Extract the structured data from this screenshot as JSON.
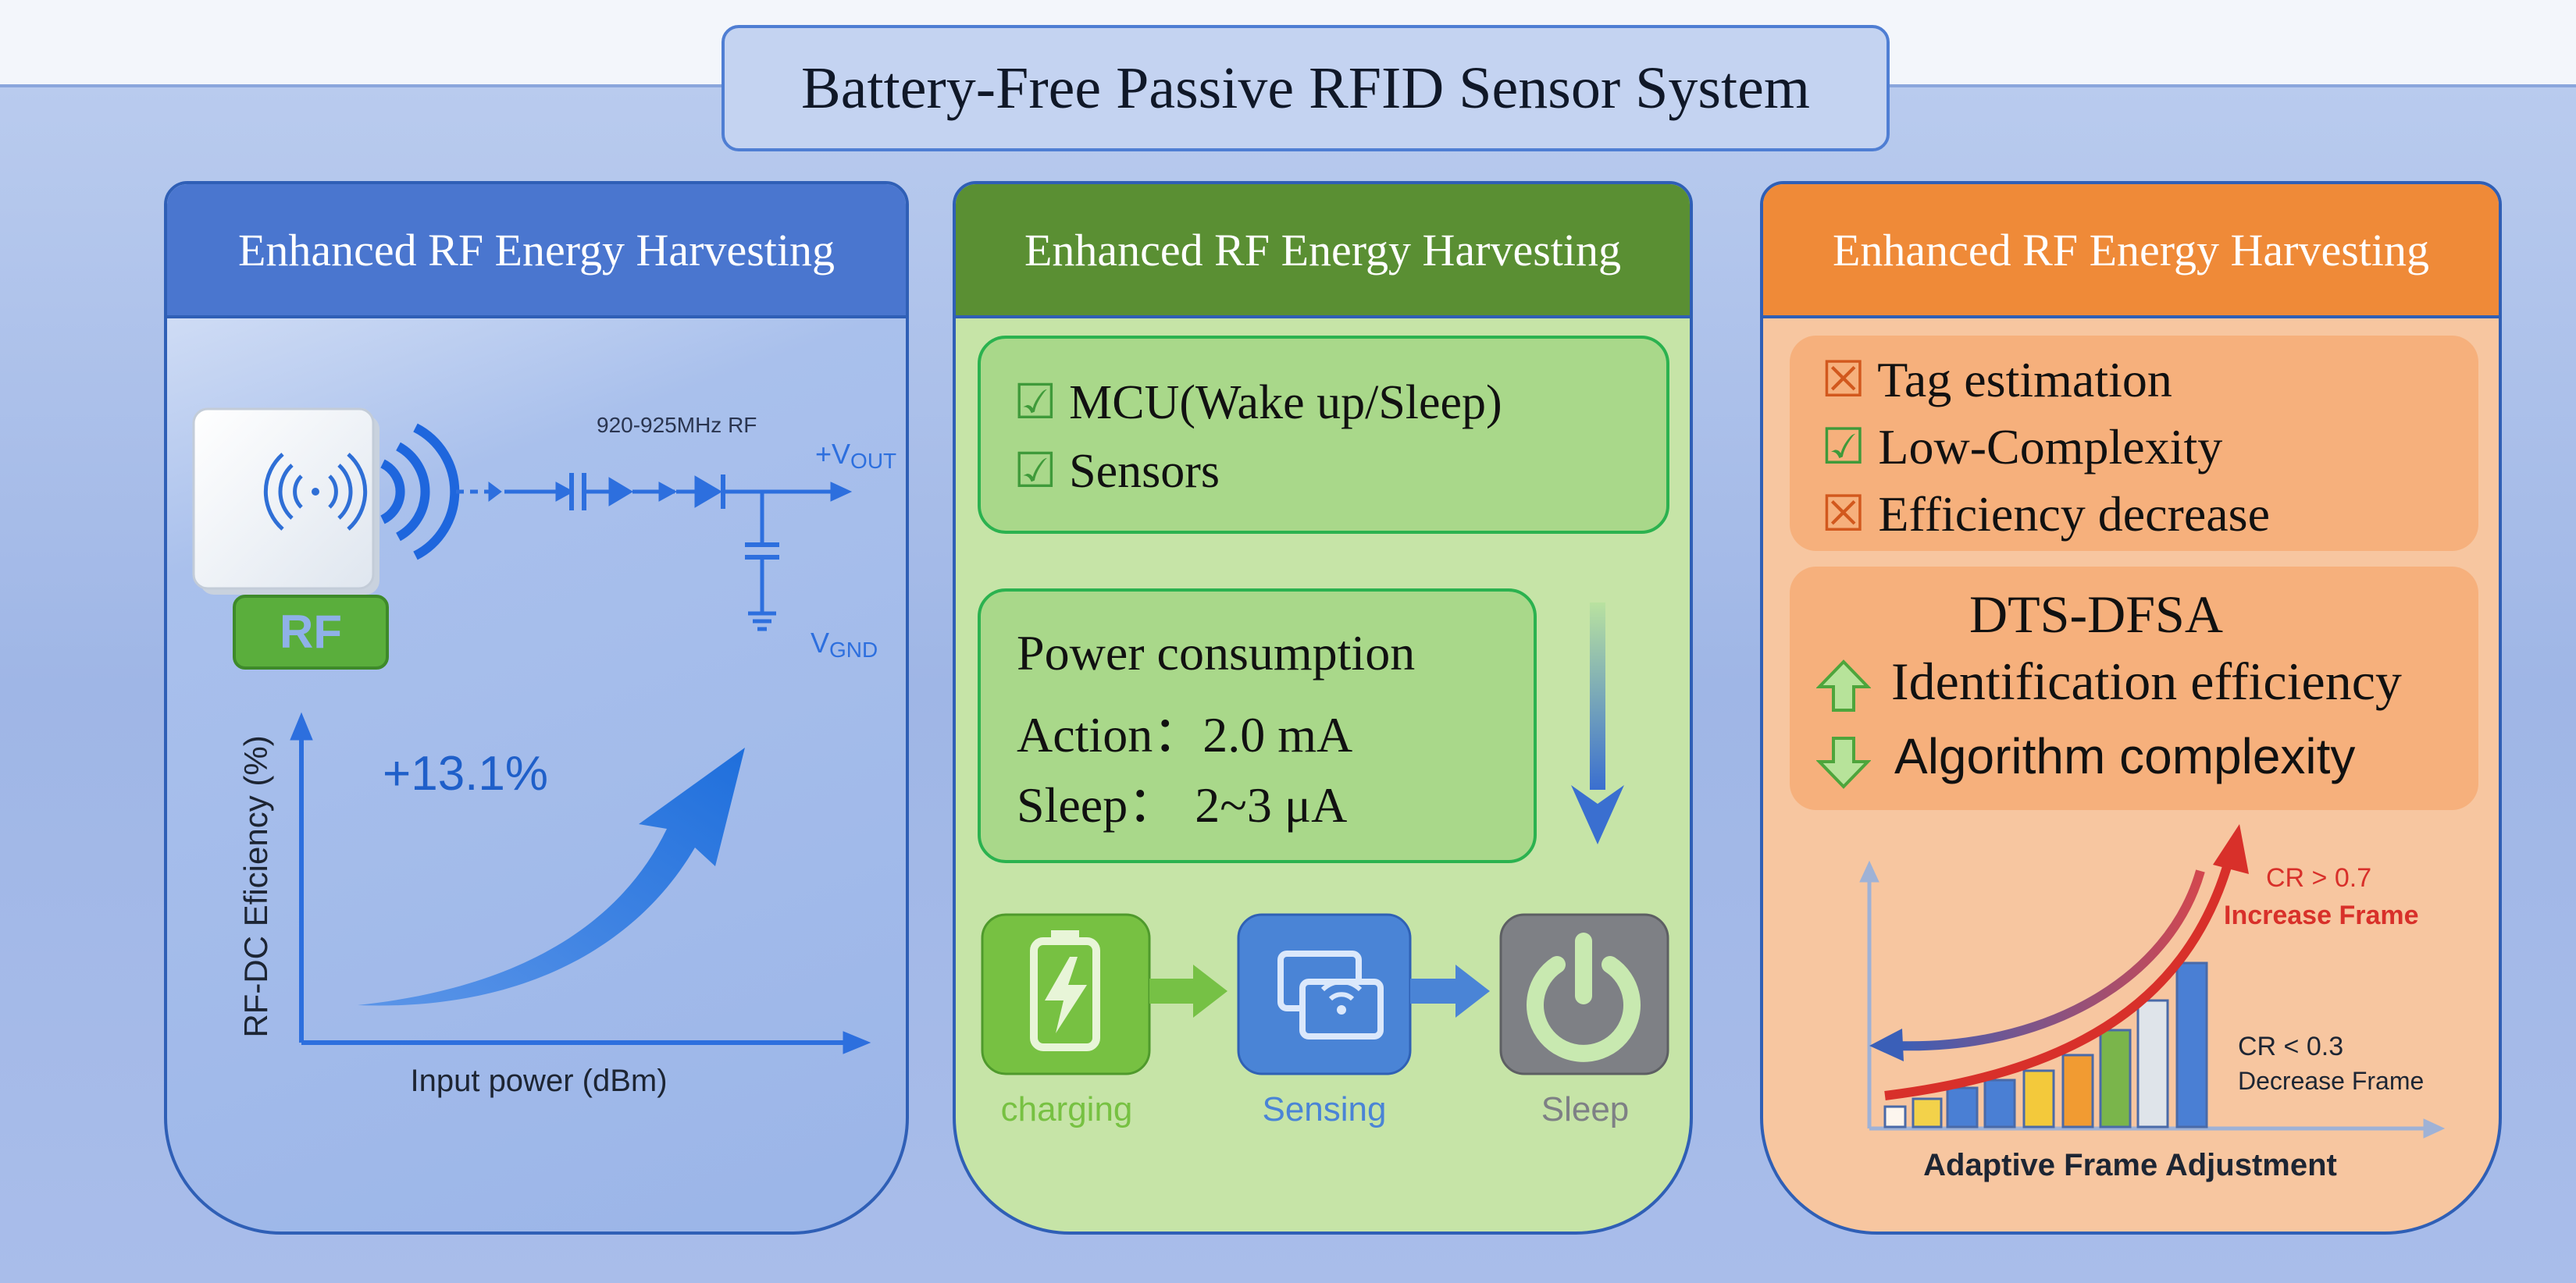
{
  "title": "Battery-Free Passive RFID Sensor System",
  "panels": {
    "left": {
      "header": "Enhanced RF Energy Harvesting",
      "rf_label": "RF",
      "frequency": "920-925MHz RF",
      "vout_main": "+V",
      "vout_sub": "OUT",
      "vgnd_main": "V",
      "vgnd_sub": "GND",
      "gain": "+13.1%",
      "ylabel": "RF-DC Eficiency (%)",
      "xlabel": "Input power (dBm)"
    },
    "middle": {
      "header": "Enhanced RF Energy Harvesting",
      "checks": [
        "MCU(Wake up/Sleep)",
        "Sensors"
      ],
      "check_mark": "☑",
      "power": {
        "title": "Power consumption",
        "action_label": "Action：",
        "action_value": "2.0 mA",
        "sleep_label": "Sleep：",
        "sleep_value": "2~3 μA"
      },
      "states": [
        "charging",
        "Sensing",
        "Sleep"
      ]
    },
    "right": {
      "header": "Enhanced RF Energy Harvesting",
      "list": [
        {
          "mark": "☒",
          "text": "Tag estimation",
          "color": "#d2581d"
        },
        {
          "mark": "☑",
          "text": "Low-Complexity",
          "color": "#3f9a3a"
        },
        {
          "mark": "☒",
          "text": "Efficiency decrease",
          "color": "#d2581d"
        }
      ],
      "dts": {
        "title": "DTS-DFSA",
        "up_text": "Identification efficiency",
        "down_text": "Algorithm complexity"
      },
      "chart": {
        "cr_high": "CR > 0.7",
        "increase": "Increase Frame",
        "cr_low": "CR < 0.3",
        "decrease": "Decrease Frame",
        "caption": "Adaptive Frame Adjustment"
      }
    }
  }
}
